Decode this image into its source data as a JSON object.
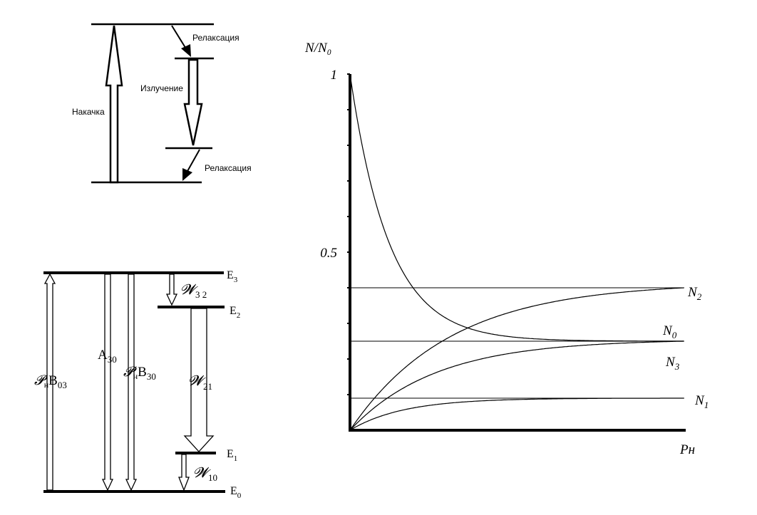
{
  "top_diagram": {
    "pumping": "Накачка",
    "relaxation_top": "Релаксация",
    "emission": "Излучение",
    "relaxation_bottom": "Релаксация"
  },
  "level_diagram": {
    "levels": {
      "e3": {
        "base": "E",
        "sub": "3"
      },
      "e2": {
        "base": "E",
        "sub": "2"
      },
      "e1": {
        "base": "E",
        "sub": "1"
      },
      "e0": {
        "base": "E",
        "sub": "0"
      }
    },
    "transitions": {
      "pump_up": {
        "p": "𝓟",
        "p_sub": "н",
        "b": "B",
        "b_sub": "03"
      },
      "a30": {
        "base": "A",
        "sub": "30"
      },
      "pump_down": {
        "p": "𝓟",
        "p_sub": "н",
        "b": "B",
        "b_sub": "30"
      },
      "w32": {
        "base": "𝓦",
        "sub": "3 2"
      },
      "w21": {
        "base": "𝓦",
        "sub": "21"
      },
      "w10": {
        "base": "𝓦",
        "sub": "10"
      }
    }
  },
  "chart_data": {
    "type": "line",
    "ylabel": "N/N₀",
    "xlabel": "Pн",
    "ylim": [
      0,
      1
    ],
    "y_tick_labels": [
      "1",
      "0.5"
    ],
    "y_ticks": [
      1,
      0.5
    ],
    "series": [
      {
        "name": "N₀",
        "label_base": "N",
        "label_sub": "0",
        "asymptote": 0.25,
        "shape": "decay_from_1"
      },
      {
        "name": "N₁",
        "label_base": "N",
        "label_sub": "1",
        "asymptote": 0.09,
        "shape": "rise_from_0"
      },
      {
        "name": "N₂",
        "label_base": "N",
        "label_sub": "2",
        "asymptote": 0.4,
        "shape": "rise_from_0"
      },
      {
        "name": "N₃",
        "label_base": "N",
        "label_sub": "3",
        "asymptote": 0.25,
        "shape": "rise_from_0"
      }
    ],
    "colors": {
      "curve": "#000000",
      "axis": "#000000"
    }
  }
}
